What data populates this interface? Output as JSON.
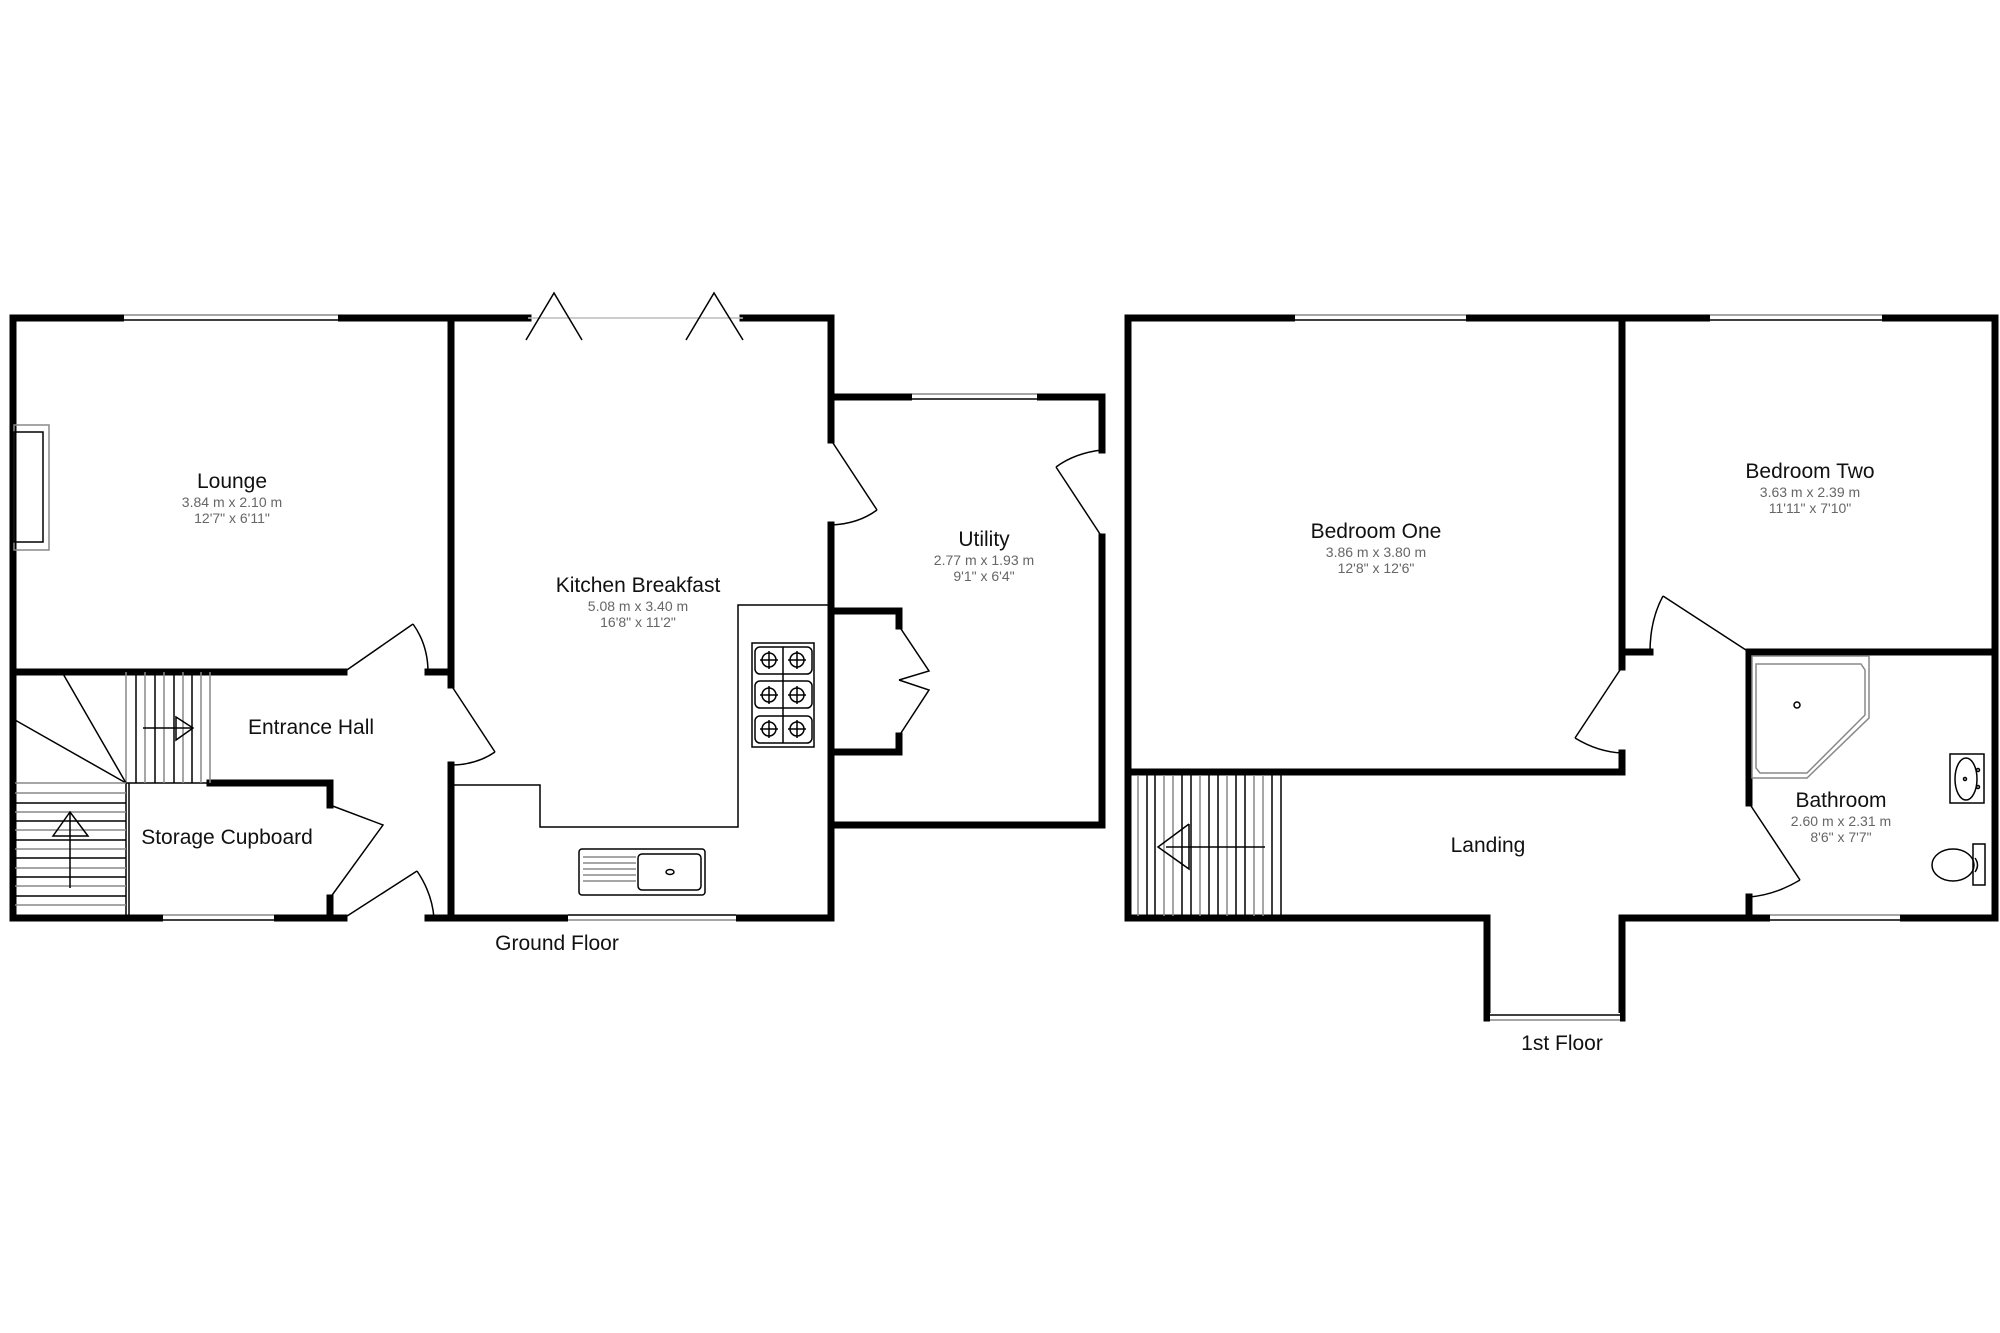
{
  "floors": [
    {
      "label": "Ground Floor",
      "rooms": [
        {
          "name": "Lounge",
          "metric": "3.84 m x 2.10 m",
          "imperial": "12'7\" x 6'11\""
        },
        {
          "name": "Kitchen Breakfast",
          "metric": "5.08 m x 3.40 m",
          "imperial": "16'8\" x 11'2\""
        },
        {
          "name": "Utility",
          "metric": "2.77 m x 1.93 m",
          "imperial": "9'1\" x 6'4\""
        },
        {
          "name": "Entrance Hall"
        },
        {
          "name": "Storage Cupboard"
        }
      ]
    },
    {
      "label": "1st Floor",
      "rooms": [
        {
          "name": "Bedroom One",
          "metric": "3.86 m x 3.80 m",
          "imperial": "12'8\" x 12'6\""
        },
        {
          "name": "Bedroom Two",
          "metric": "3.63 m x 2.39 m",
          "imperial": "11'11\" x 7'10\""
        },
        {
          "name": "Bathroom",
          "metric": "2.60 m x 2.31 m",
          "imperial": "8'6\" x 7'7\""
        },
        {
          "name": "Landing"
        }
      ]
    }
  ],
  "colors": {
    "wall": "#000000",
    "dimension_text": "#666666",
    "background": "#ffffff"
  }
}
